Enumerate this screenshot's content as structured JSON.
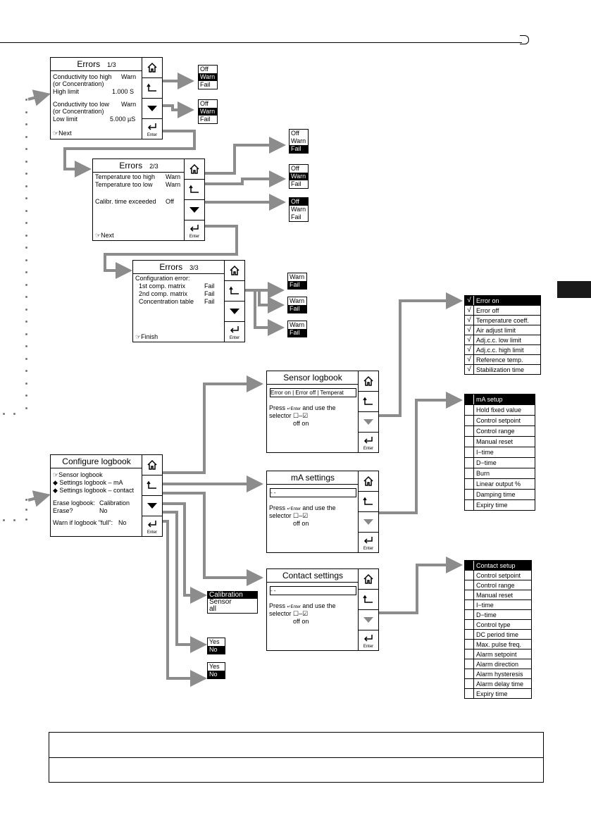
{
  "errors1": {
    "title": "Errors",
    "page": "1/3",
    "lines": [
      "Conductivity too high",
      "(or Concentration)",
      "High limit",
      "Conductivity too low",
      "(or Concentration)",
      "Low limit"
    ],
    "values": [
      "Warn",
      "1.000 S",
      "Warn",
      "5.000 µS"
    ],
    "next": "Next",
    "enter": "Enter"
  },
  "errors2": {
    "title": "Errors",
    "page": "2/3",
    "lines": [
      "Temperature too high",
      "Temperature too low",
      "Calibr. time exceeded"
    ],
    "values": [
      "Warn",
      "Warn",
      "Off"
    ],
    "next": "Next",
    "enter": "Enter"
  },
  "errors3": {
    "title": "Errors",
    "page": "3/3",
    "lines": [
      "Configuration error:",
      "1st comp. matrix",
      "2nd comp. matrix",
      "Concentration table"
    ],
    "values": [
      "Fail",
      "Fail",
      "Fail"
    ],
    "next": "Finish",
    "enter": "Enter"
  },
  "opts_ofw": [
    "Off",
    "Warn",
    "Fail"
  ],
  "opts_wf": [
    "Warn",
    "Fail"
  ],
  "sensor_logbook": {
    "title": "Sensor logbook",
    "bar": "Error on | Error off | Temperat",
    "press": "Press",
    "and_use": "and use the",
    "selector": "selector",
    "off_on": "off  on",
    "enter": "Enter"
  },
  "ma_settings": {
    "title": "mA settings",
    "bar": "- -",
    "press": "Press",
    "and_use": "and use the",
    "selector": "selector",
    "off_on": "off  on",
    "enter": "Enter"
  },
  "contact_settings": {
    "title": "Contact settings",
    "bar": "- -",
    "press": "Press",
    "and_use": "and use the",
    "selector": "selector",
    "off_on": "off  on",
    "enter": "Enter"
  },
  "configure_logbook": {
    "title": "Configure logbook",
    "lines": [
      "Sensor logbook",
      "Settings logbook – mA",
      "Settings logbook – contact",
      "Erase logbook:",
      "Erase?",
      "Warn if logbook \"full\":"
    ],
    "values": [
      "Calibration",
      "No",
      "No"
    ],
    "enter": "Enter"
  },
  "sensor_list": [
    "Error on",
    "Error off",
    "Temperature coeff.",
    "Air adjust limit",
    "Adj.c.c. low limit",
    "Adj.c.c. high limit",
    "Reference temp.",
    "Stabilization time"
  ],
  "ma_list": [
    "mA setup",
    "Hold fixed value",
    "Control setpoint",
    "Control range",
    "Manual reset",
    "I−time",
    "D−time",
    "Burn",
    "Linear output %",
    "Damping time",
    "Expiry time"
  ],
  "contact_list": [
    "Contact setup",
    "Control setpoint",
    "Control range",
    "Manual reset",
    "I−time",
    "D−time",
    "Control type",
    "DC period time",
    "Max. pulse freq.",
    "Alarm setpoint",
    "Alarm direction",
    "Alarm hysteresis",
    "Alarm delay time",
    "Expiry time"
  ],
  "erase_opts": [
    "Calibration",
    "Sensor",
    "all"
  ],
  "yes_no": [
    "Yes",
    "No"
  ],
  "colors": {
    "wire": "#8c8c8c",
    "dots": "#777777",
    "tab": "#1a1a1a"
  }
}
